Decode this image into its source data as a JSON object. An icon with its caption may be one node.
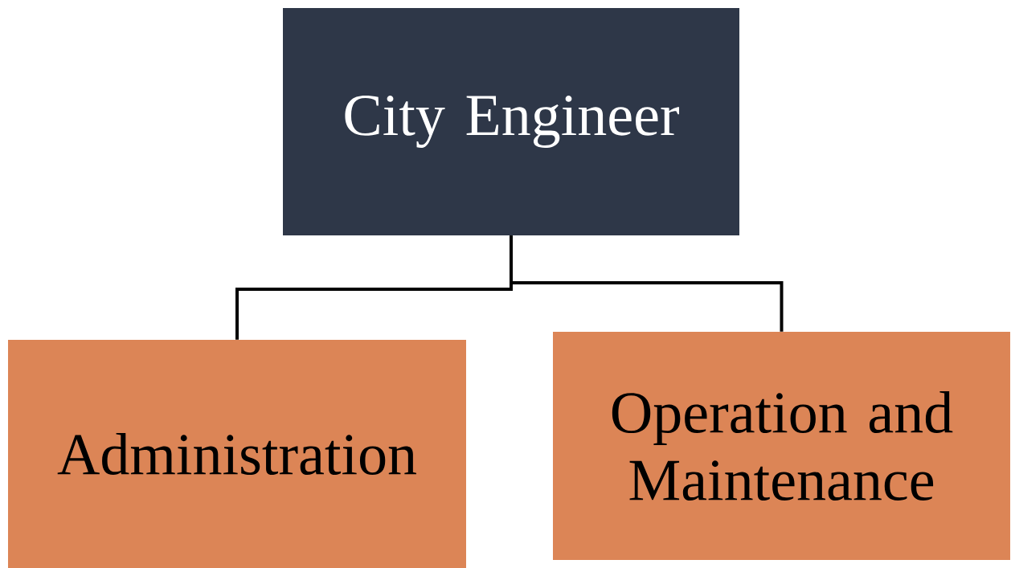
{
  "diagram": {
    "nodes": [
      {
        "text": [
          "City Engineer"
        ]
      },
      {
        "text": [
          "Administration"
        ]
      },
      {
        "text": [
          "Operation and Maintenance"
        ]
      }
    ],
    "edges": [
      {
        "from": 0,
        "to": 1,
        "arrow": "none"
      },
      {
        "from": 0,
        "to": 2,
        "arrow": "none"
      }
    ]
  }
}
